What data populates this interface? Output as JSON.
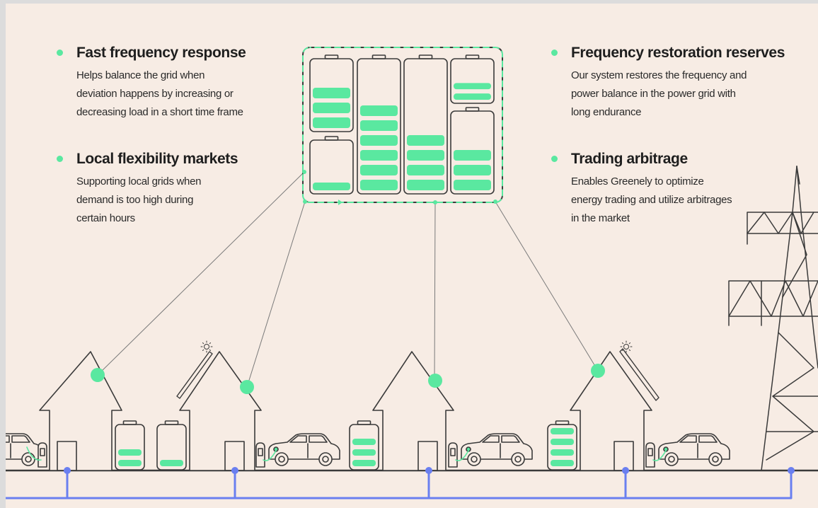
{
  "features": [
    {
      "title": "Fast frequency response",
      "lines": [
        "Helps balance the grid when",
        "deviation happens by increasing or",
        "decreasing load in a short time frame"
      ]
    },
    {
      "title": "Local flexibility markets",
      "lines": [
        "Supporting local grids when",
        "demand is too high during",
        "certain hours"
      ]
    },
    {
      "title": "Frequency restoration reserves",
      "lines": [
        "Our system restores the frequency and",
        "power balance in the power grid with",
        "long endurance"
      ]
    },
    {
      "title": "Trading arbitrage",
      "lines": [
        "Enables Greenely to optimize",
        "energy trading and utilize arbitrages",
        "in the market"
      ]
    }
  ],
  "colors": {
    "accent_green": "#5ae8a0",
    "line_dark": "#3a3a3a",
    "grid_blue": "#6a7ff0",
    "background": "#f7ece4"
  },
  "icons": [
    "sun-icon",
    "car-icon",
    "battery-icon",
    "house-icon",
    "power-pylon-icon",
    "charger-icon"
  ]
}
